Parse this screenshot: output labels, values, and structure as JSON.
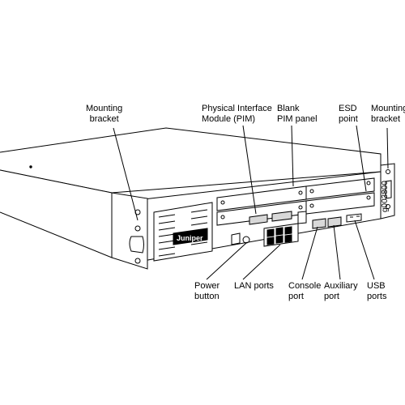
{
  "labels": {
    "mounting_bracket_left": [
      "Mounting",
      "bracket"
    ],
    "pim": [
      "Physical Interface",
      "Module (PIM)"
    ],
    "blank_pim_panel": [
      "Blank",
      "PIM panel"
    ],
    "esd_point": [
      "ESD",
      "point"
    ],
    "mounting_bracket_right": [
      "Mounting",
      "bracket"
    ],
    "power_button": [
      "Power",
      "button"
    ],
    "lan_ports": [
      "LAN ports"
    ],
    "console_port": [
      "Console",
      "port"
    ],
    "auxiliary_port": [
      "Auxiliary",
      "port"
    ],
    "usb_ports": [
      "USB",
      "ports"
    ]
  },
  "brand": "Juniper",
  "figure_id": "g003800",
  "colors": {
    "line": "#000000",
    "fill": "#ffffff",
    "shade": "#d8d8d8"
  }
}
